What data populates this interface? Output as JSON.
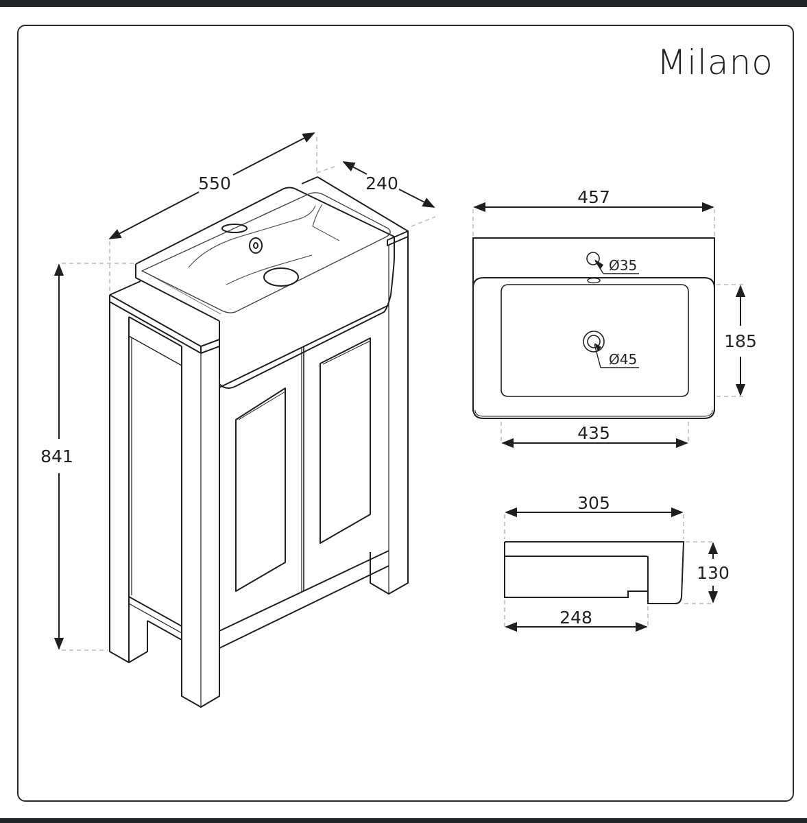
{
  "brand": {
    "name": "Milano"
  },
  "colors": {
    "line": "#1f1f1f",
    "dashed": "#b8b8b8",
    "bar": "#222325",
    "background": "#ffffff"
  },
  "isometric_view": {
    "width_label": "550",
    "depth_label": "240",
    "height_label": "841"
  },
  "top_view": {
    "overall_width_label": "457",
    "bowl_width_label": "435",
    "bowl_depth_label": "185",
    "tap_hole_label": "Ø35",
    "waste_label": "Ø45"
  },
  "side_view": {
    "overall_depth_label": "305",
    "base_depth_label": "248",
    "height_label": "130"
  },
  "icons": {
    "arrow": "arrowhead",
    "diameter": "Ø"
  }
}
